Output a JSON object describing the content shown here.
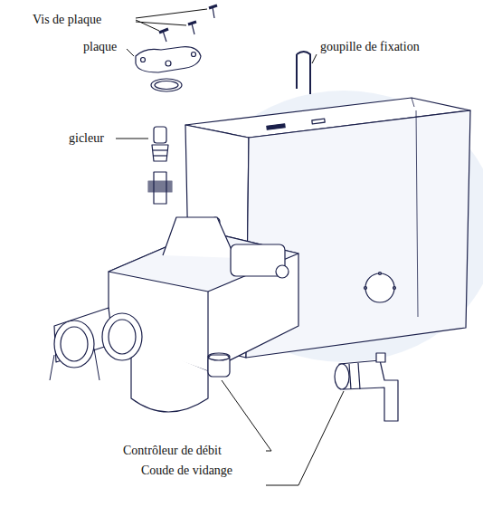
{
  "diagram": {
    "labels": [
      "Vis  de plaque",
      "plaque",
      "goupille de fixation",
      "gicleur",
      "Contrôleur de débit",
      "Coude de vidange"
    ]
  }
}
